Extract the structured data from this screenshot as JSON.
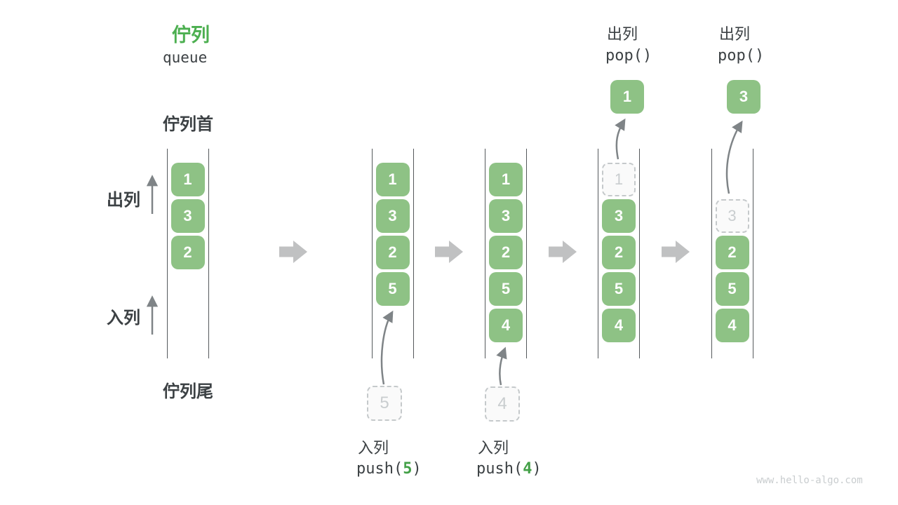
{
  "title": {
    "heading": "佇列",
    "subheading": "queue"
  },
  "side_labels": {
    "front": "佇列首",
    "rear": "佇列尾",
    "dequeue": "出列",
    "enqueue": "入列"
  },
  "queue_states": [
    {
      "cells": [
        {
          "row": 0,
          "value": "1",
          "style": "filled"
        },
        {
          "row": 1,
          "value": "3",
          "style": "filled"
        },
        {
          "row": 2,
          "value": "2",
          "style": "filled"
        }
      ]
    },
    {
      "cells": [
        {
          "row": 0,
          "value": "1",
          "style": "filled"
        },
        {
          "row": 1,
          "value": "3",
          "style": "filled"
        },
        {
          "row": 2,
          "value": "2",
          "style": "filled"
        },
        {
          "row": 3,
          "value": "5",
          "style": "filled"
        }
      ]
    },
    {
      "cells": [
        {
          "row": 0,
          "value": "1",
          "style": "filled"
        },
        {
          "row": 1,
          "value": "3",
          "style": "filled"
        },
        {
          "row": 2,
          "value": "2",
          "style": "filled"
        },
        {
          "row": 3,
          "value": "5",
          "style": "filled"
        },
        {
          "row": 4,
          "value": "4",
          "style": "filled"
        }
      ]
    },
    {
      "cells": [
        {
          "row": 0,
          "value": "1",
          "style": "dashed"
        },
        {
          "row": 1,
          "value": "3",
          "style": "filled"
        },
        {
          "row": 2,
          "value": "2",
          "style": "filled"
        },
        {
          "row": 3,
          "value": "5",
          "style": "filled"
        },
        {
          "row": 4,
          "value": "4",
          "style": "filled"
        }
      ]
    },
    {
      "cells": [
        {
          "row": 1,
          "value": "3",
          "style": "dashed"
        },
        {
          "row": 2,
          "value": "2",
          "style": "filled"
        },
        {
          "row": 3,
          "value": "5",
          "style": "filled"
        },
        {
          "row": 4,
          "value": "4",
          "style": "filled"
        }
      ]
    }
  ],
  "staged_items": [
    {
      "value": "5"
    },
    {
      "value": "4"
    }
  ],
  "enqueue_ops": [
    {
      "label": "入列",
      "code_before": "push(",
      "arg": "5",
      "code_after": ")"
    },
    {
      "label": "入列",
      "code_before": "push(",
      "arg": "4",
      "code_after": ")"
    }
  ],
  "dequeue_ops": [
    {
      "label": "出列",
      "code": "pop()",
      "result": "1"
    },
    {
      "label": "出列",
      "code": "pop()",
      "result": "3"
    }
  ],
  "footer": "www.hello-algo.com",
  "colors": {
    "cell_fill": "#8EC285",
    "accent": "#43A047",
    "title_green": "#4CAF50",
    "dark_text": "#3C4144",
    "wall": "#55595C",
    "thin_arrow": "#7F8487",
    "block_arrow": "#C0C1C2",
    "dashed_border": "#C5C9CB",
    "dashed_text": "#C9CDCF"
  }
}
